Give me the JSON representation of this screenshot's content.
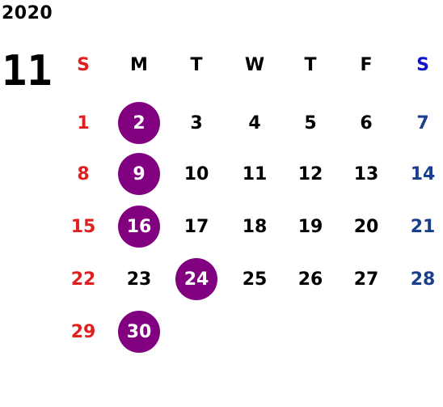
{
  "year": "2020",
  "month": "11",
  "weekday_headers": [
    "S",
    "M",
    "T",
    "W",
    "T",
    "F",
    "S"
  ],
  "weeks": [
    [
      "1",
      "2",
      "3",
      "4",
      "5",
      "6",
      "7"
    ],
    [
      "8",
      "9",
      "10",
      "11",
      "12",
      "13",
      "14"
    ],
    [
      "15",
      "16",
      "17",
      "18",
      "19",
      "20",
      "21"
    ],
    [
      "22",
      "23",
      "24",
      "25",
      "26",
      "27",
      "28"
    ],
    [
      "29",
      "30",
      "",
      "",
      "",
      "",
      ""
    ]
  ],
  "highlighted_days": [
    "2",
    "9",
    "16",
    "24",
    "30"
  ],
  "colors": {
    "sunday": "#e02020",
    "saturday_header": "#1010d0",
    "saturday": "#1a3f8c",
    "highlight_fill": "#800080",
    "highlight_text": "#ffffff",
    "default_text": "#000000"
  }
}
